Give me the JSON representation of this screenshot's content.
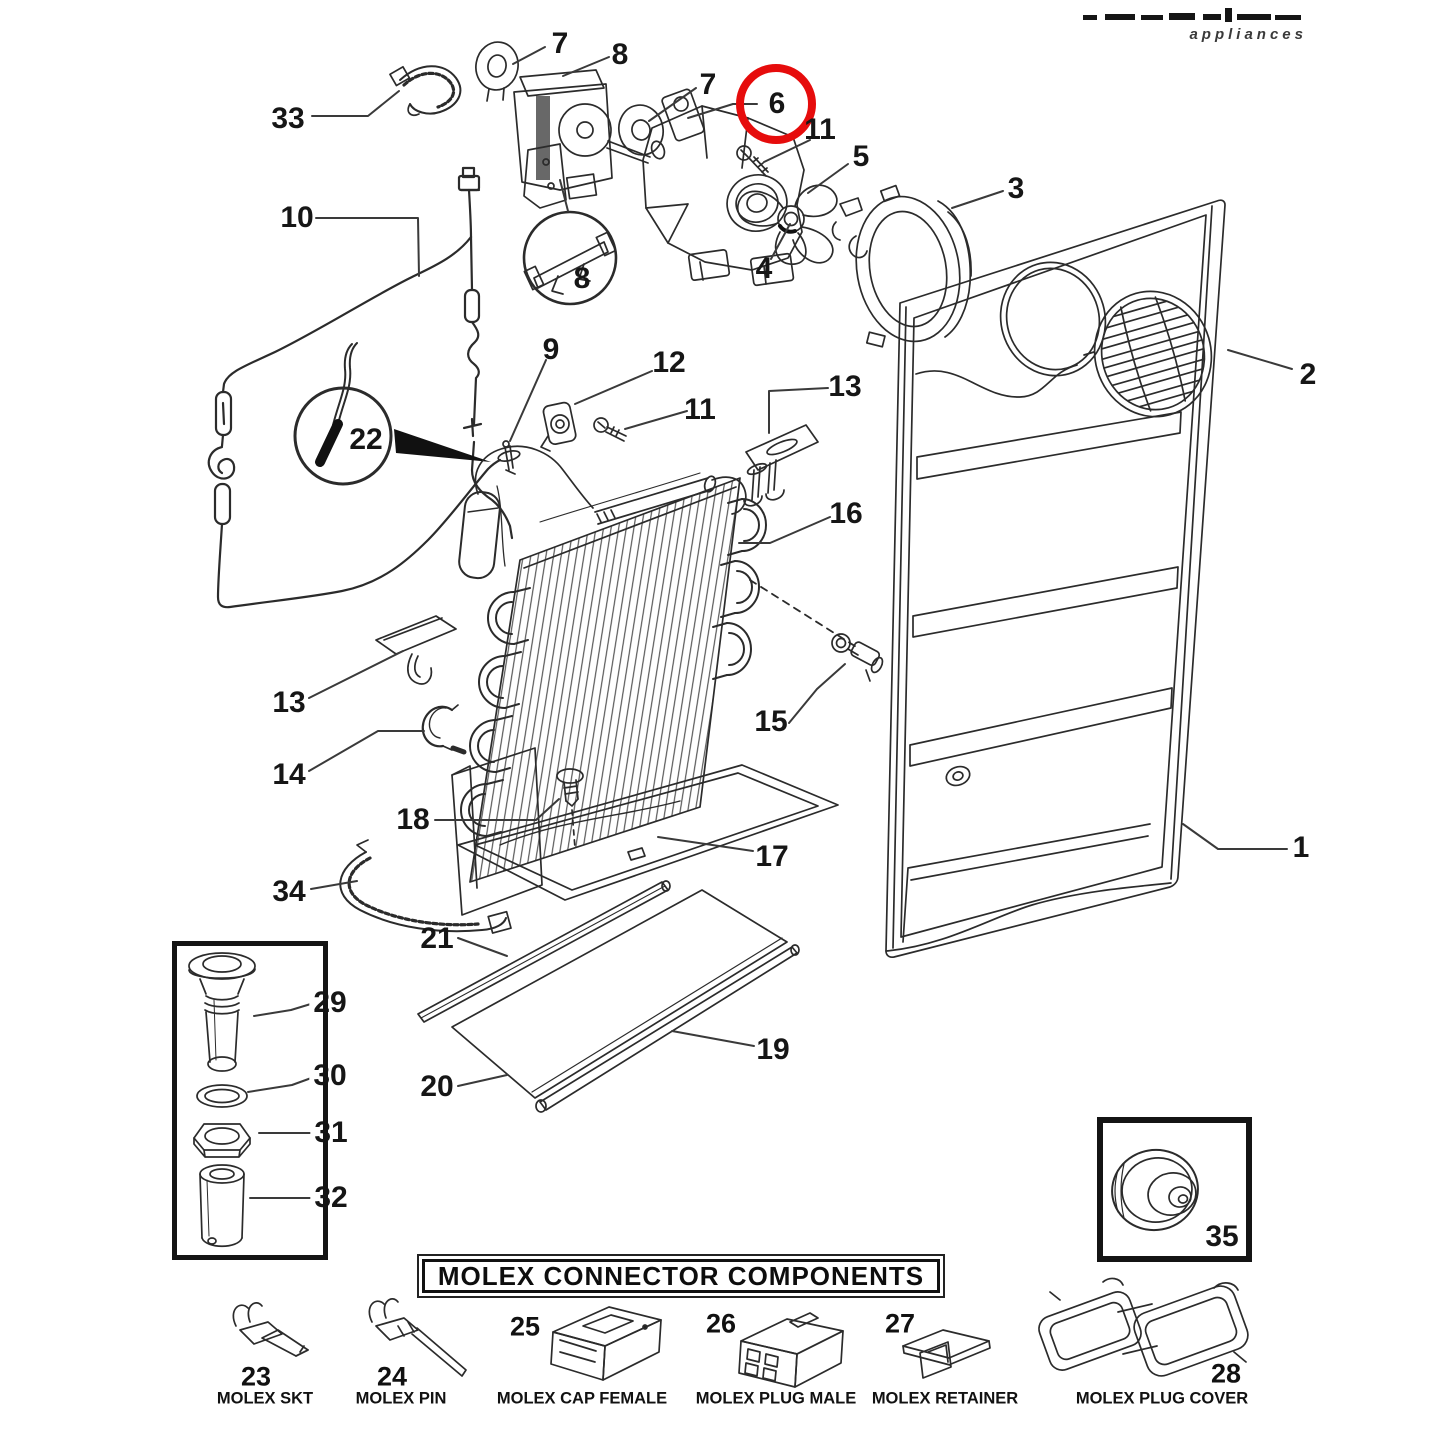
{
  "logo": {
    "sub": "appliances"
  },
  "highlight": {
    "part": "6",
    "color": "#e60c0c"
  },
  "callouts": {
    "c1": "1",
    "c2": "2",
    "c3": "3",
    "c4": "4",
    "c5": "5",
    "c6": "6",
    "c7a": "7",
    "c7b": "7",
    "c8a": "8",
    "c8b": "8",
    "c9": "9",
    "c10": "10",
    "c11a": "11",
    "c11b": "11",
    "c12": "12",
    "c13a": "13",
    "c13b": "13",
    "c14": "14",
    "c15": "15",
    "c16": "16",
    "c17": "17",
    "c18": "18",
    "c19": "19",
    "c20": "20",
    "c21": "21",
    "c22": "22",
    "c29": "29",
    "c30": "30",
    "c31": "31",
    "c32": "32",
    "c33": "33",
    "c34": "34",
    "c35": "35"
  },
  "molex": {
    "title": "MOLEX CONNECTOR COMPONENTS",
    "items": [
      {
        "num": "23",
        "label": "MOLEX SKT"
      },
      {
        "num": "24",
        "label": "MOLEX PIN"
      },
      {
        "num": "25",
        "label": "MOLEX CAP FEMALE"
      },
      {
        "num": "26",
        "label": "MOLEX PLUG MALE"
      },
      {
        "num": "27",
        "label": "MOLEX RETAINER"
      },
      {
        "num": "28",
        "label": "MOLEX  PLUG COVER"
      }
    ]
  }
}
